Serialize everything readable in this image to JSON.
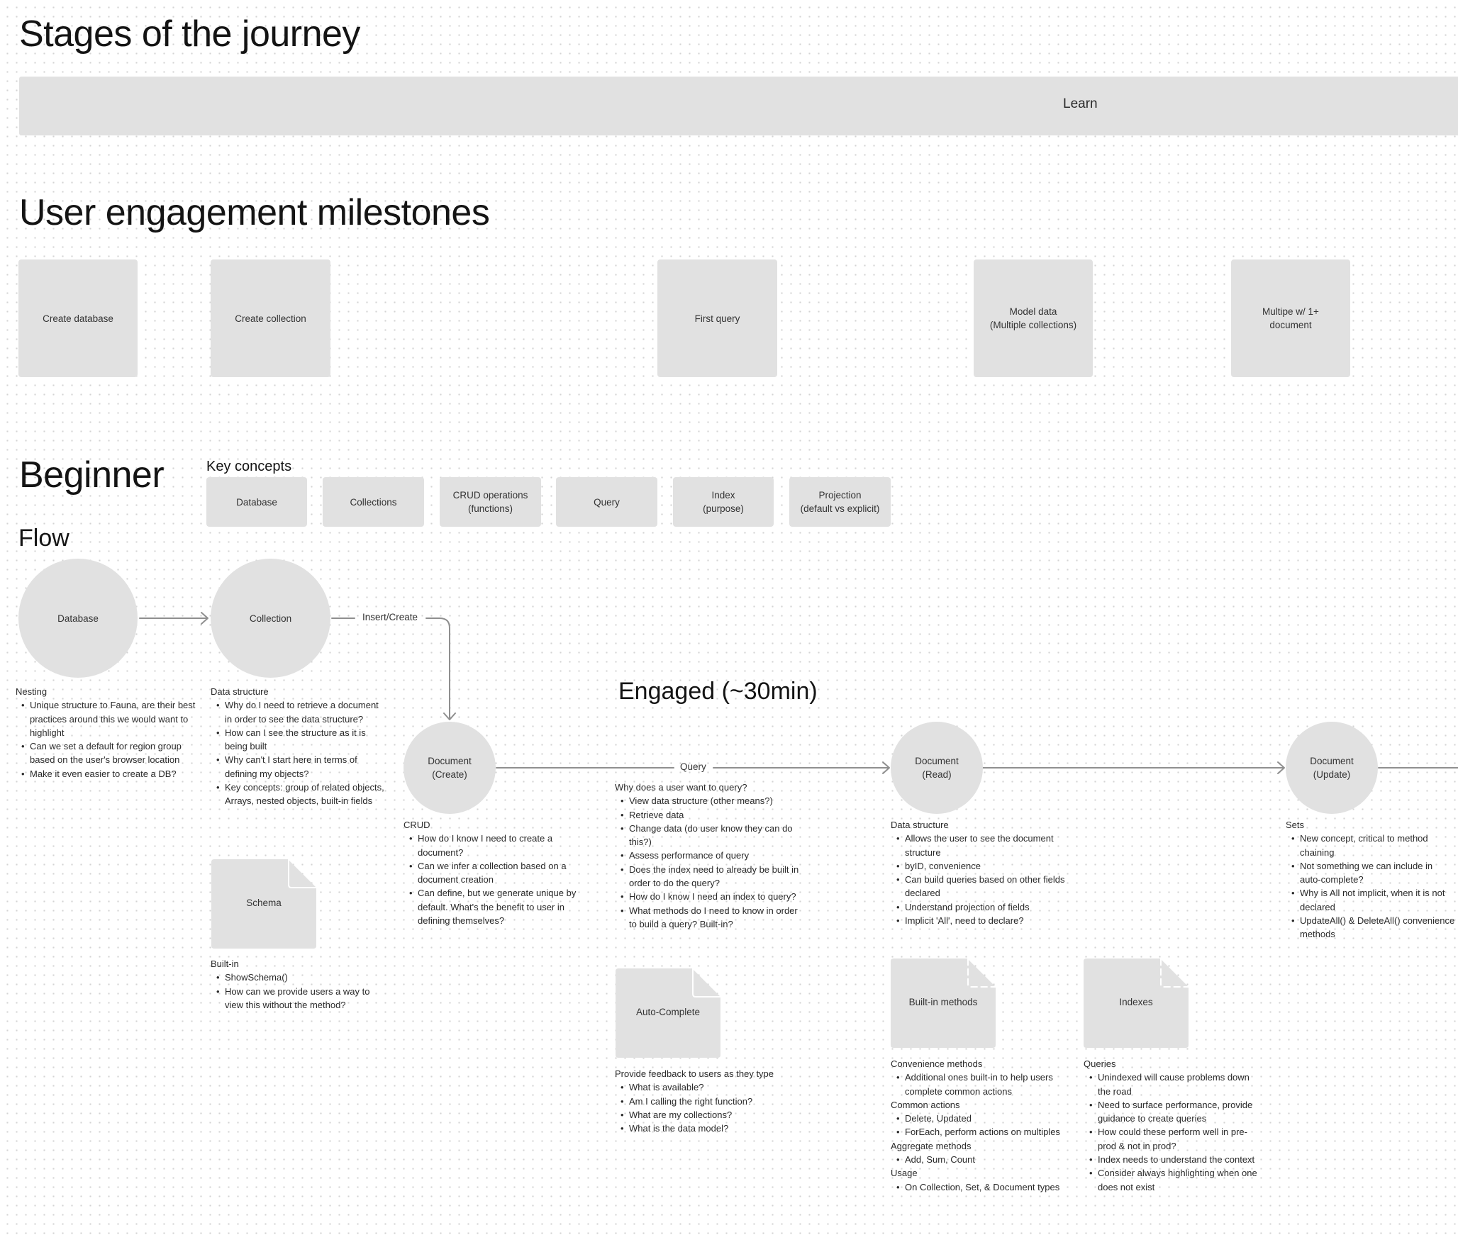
{
  "sections": {
    "stages_title": "Stages of the journey",
    "milestones_title": "User engagement milestones",
    "beginner_title": "Beginner",
    "key_concepts_label": "Key concepts",
    "flow_title": "Flow",
    "engaged_title": "Engaged (~30min)"
  },
  "stages": [
    {
      "label": "Learn"
    }
  ],
  "milestones": [
    {
      "label": "Create database"
    },
    {
      "label": "Create collection"
    },
    {
      "label": "First query"
    },
    {
      "label": "Model data",
      "sub": "(Multiple collections)"
    },
    {
      "label": "Multipe w/ 1+",
      "sub": "document"
    }
  ],
  "key_concepts": [
    {
      "label": "Database"
    },
    {
      "label": "Collections"
    },
    {
      "label": "CRUD operations",
      "sub": "(functions)"
    },
    {
      "label": "Query"
    },
    {
      "label": "Index",
      "sub": "(purpose)"
    },
    {
      "label": "Projection",
      "sub": "(default vs explicit)"
    }
  ],
  "flow": {
    "nodes": [
      {
        "label": "Database"
      },
      {
        "label": "Collection"
      },
      {
        "label": "Document",
        "sub": "(Create)"
      },
      {
        "label": "Document",
        "sub": "(Read)"
      },
      {
        "label": "Document",
        "sub": "(Update)"
      }
    ],
    "edges": [
      {
        "label": ""
      },
      {
        "label": "Insert/Create"
      },
      {
        "label": "Query"
      },
      {
        "label": ""
      },
      {
        "label": ""
      }
    ],
    "documents": [
      {
        "label": "Schema"
      },
      {
        "label": "Auto-Complete"
      },
      {
        "label": "Built-in methods"
      },
      {
        "label": "Indexes"
      }
    ]
  },
  "notes": {
    "nesting": {
      "title": "Nesting",
      "items": [
        "Unique structure to Fauna, are their best practices around this we would want to highlight",
        "Can we set a default for region group based on the user's browser location",
        "Make it even easier to create a DB?"
      ]
    },
    "collection_data_structure": {
      "title": "Data structure",
      "items": [
        "Why do I need to retrieve a document in order to see the data structure?",
        "How can I see the structure as it is being built",
        "Why can't I start here in terms of defining my objects?",
        "Key concepts: group of related objects, Arrays, nested objects, built-in fields"
      ]
    },
    "schema_builtin": {
      "title": "Built-in",
      "items": [
        "ShowSchema()",
        "How can we provide users a way to view this without the method?"
      ]
    },
    "crud": {
      "title": "CRUD",
      "items": [
        "How do I know I need to create a document?",
        "Can we infer a collection based on a document creation",
        "Can define, but we generate unique by default. What's the benefit to user in defining themselves?"
      ]
    },
    "query": {
      "title": "Why does a user want to query?",
      "items": [
        "View data structure (other means?)",
        "Retrieve data",
        "Change data (do user know they can do this?)",
        "Assess performance of query",
        "Does the index need to already be built in order to do the query?",
        "How do I know I need an index to query?",
        "What methods do I need to know in order to build a query? Built-in?"
      ]
    },
    "autocomplete": {
      "title": "Provide feedback to users as they type",
      "items": [
        "What is available?",
        "Am I calling the right function?",
        "What are my collections?",
        "What is the data model?"
      ]
    },
    "read_data_structure": {
      "title": "Data structure",
      "items": [
        "Allows the user to see the document structure",
        "byID, convenience",
        "Can build queries based on other fields declared",
        "Understand projection of fields",
        "Implicit 'All', need to declare?"
      ]
    },
    "builtin_methods": {
      "groups": [
        {
          "title": "Convenience methods",
          "items": [
            "Additional ones built-in to help users complete common actions"
          ]
        },
        {
          "title": "Common actions",
          "items": [
            "Delete, Updated",
            "ForEach, perform actions on multiples"
          ]
        },
        {
          "title": "Aggregate methods",
          "items": [
            "Add, Sum, Count"
          ]
        },
        {
          "title": "Usage",
          "items": [
            "On Collection, Set, & Document types"
          ]
        }
      ]
    },
    "indexes": {
      "title": "Queries",
      "items": [
        "Unindexed will cause problems down the road",
        "Need to surface performance, provide guidance to create queries",
        "How could these perform well in pre-prod & not in prod?",
        "Index needs to understand the context",
        "Consider always highlighting when one does not exist"
      ]
    },
    "sets": {
      "title": "Sets",
      "items": [
        "New concept, critical to method chaining",
        "Not something we can include in auto-complete?",
        "Why is All not implicit, when it is not declared",
        "UpdateAll() & DeleteAll() convenience methods"
      ]
    }
  },
  "colors": {
    "shape_fill": "#e1e1e1",
    "connector": "#8f8f8f",
    "text": "#1e1e1e"
  }
}
